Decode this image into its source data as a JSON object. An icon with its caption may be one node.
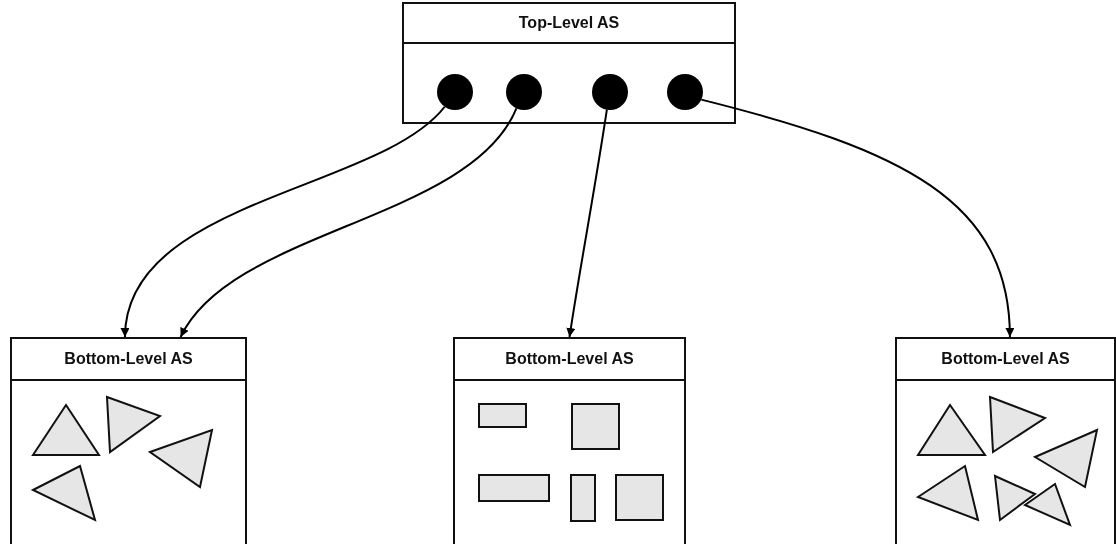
{
  "diagram": {
    "nodes": [
      {
        "text": [
          "Top-Level AS"
        ]
      },
      {
        "text": [],
        "shape": "circle",
        "in": 0
      },
      {
        "text": [],
        "shape": "circle",
        "in": 0
      },
      {
        "text": [],
        "shape": "circle",
        "in": 0
      },
      {
        "text": [],
        "shape": "circle",
        "in": 0
      },
      {
        "text": [
          "Bottom-Level AS"
        ]
      },
      {
        "text": [
          "Bottom-Level AS"
        ]
      },
      {
        "text": [
          "Bottom-Level AS"
        ]
      }
    ],
    "edges": [
      {
        "from": 1,
        "to": 5,
        "arrow": "to"
      },
      {
        "from": 2,
        "to": 5,
        "arrow": "to"
      },
      {
        "from": 3,
        "to": 6,
        "arrow": "to"
      },
      {
        "from": 4,
        "to": 7,
        "arrow": "to"
      }
    ]
  }
}
